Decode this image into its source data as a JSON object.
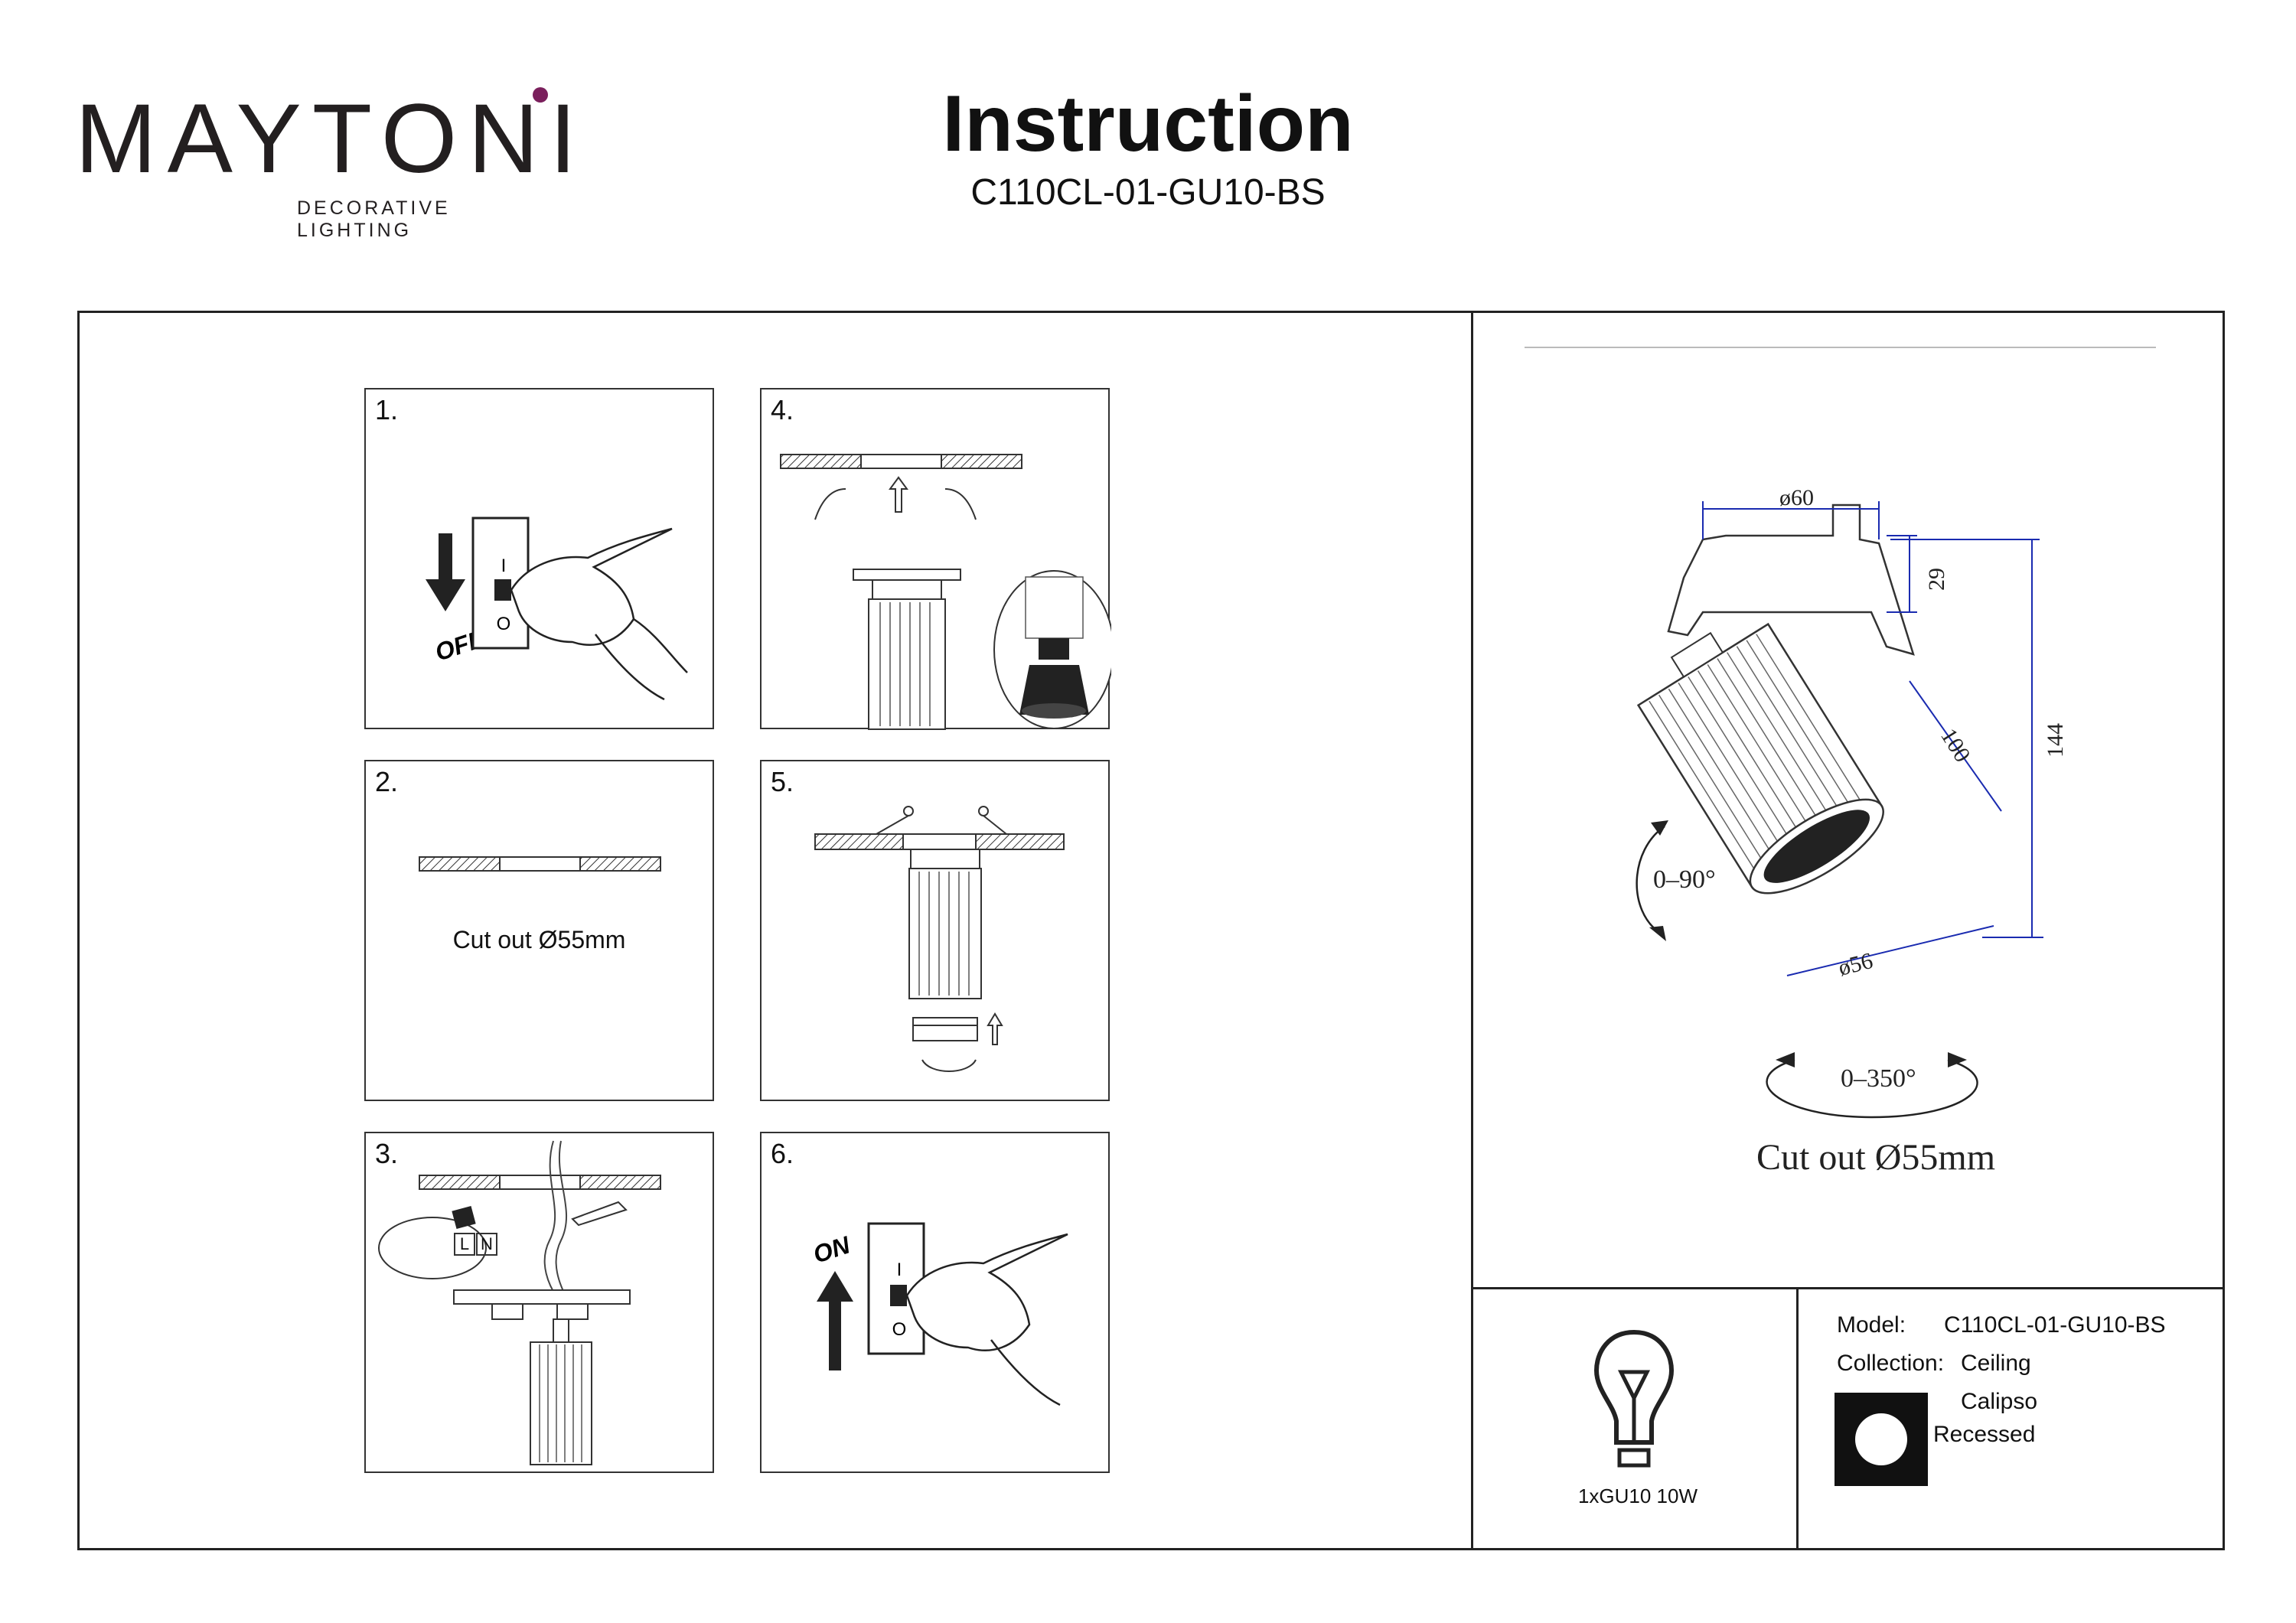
{
  "brand": {
    "name": "MAYTONI",
    "tagline": "DECORATIVE LIGHTING",
    "accent_color": "#7a1f5c"
  },
  "header": {
    "title": "Instruction",
    "model_code": "C110CL-01-GU10-BS"
  },
  "steps": [
    {
      "number": "1.",
      "icon": "switch-off-icon",
      "label": "OFF"
    },
    {
      "number": "2.",
      "text": "Cut out Ø55mm"
    },
    {
      "number": "3.",
      "wire_labels": [
        "L",
        "N"
      ]
    },
    {
      "number": "4.",
      "icon": "gu10-bulb-icon"
    },
    {
      "number": "5.",
      "icon": "install-ring-icon"
    },
    {
      "number": "6.",
      "icon": "switch-on-icon",
      "label": "ON"
    }
  ],
  "diagram": {
    "dimensions": {
      "d60": "ø60",
      "d29": "29",
      "d100": "100",
      "d144": "144",
      "d56": "ø56"
    },
    "tilt": "0–90°",
    "rotation": "0–350°",
    "cutout": "Cut out Ø55mm",
    "dimension_color": "#1a2bb0"
  },
  "specs": {
    "bulb": "1xGU10 10W",
    "model_label": "Model:",
    "model_value": "C110CL-01-GU10-BS",
    "collection_label": "Collection:",
    "collection_value": "Ceiling",
    "series_name": "Calipso",
    "mounting": "Recessed"
  }
}
